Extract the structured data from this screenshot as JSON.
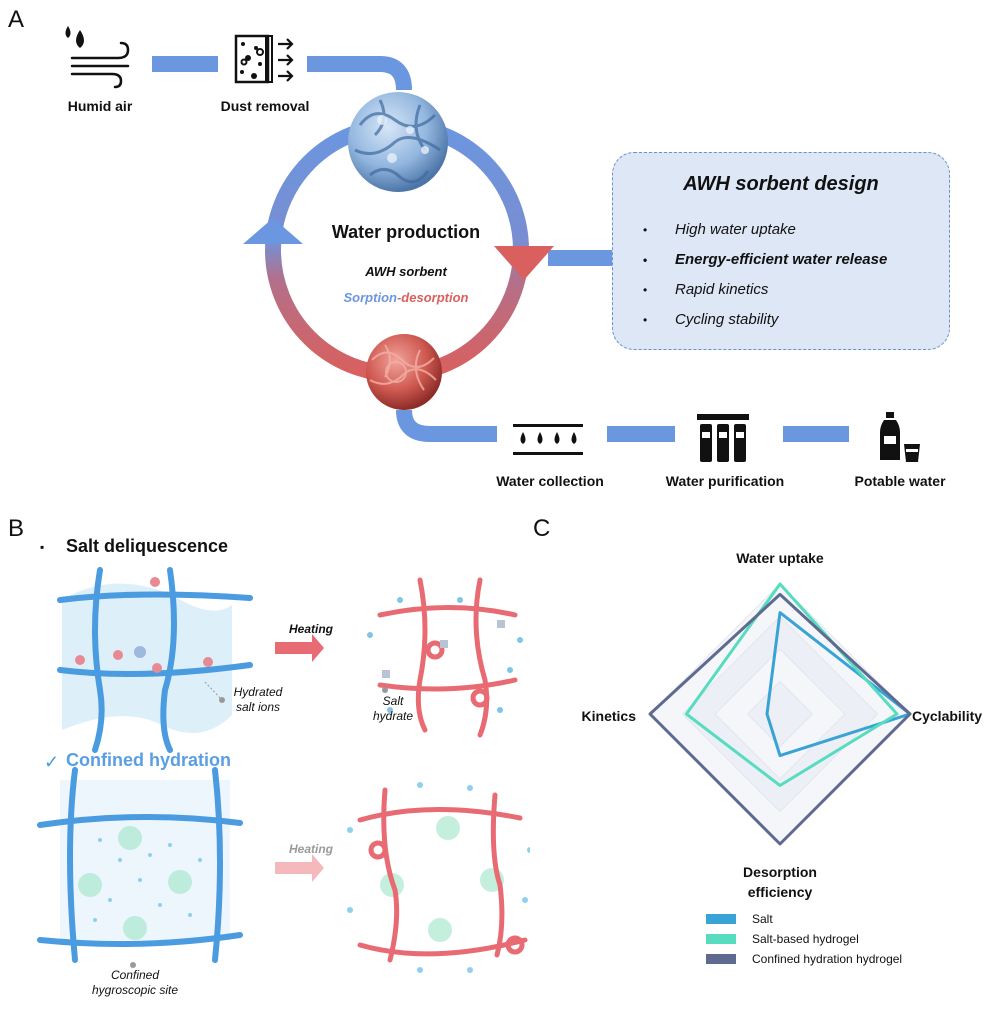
{
  "panels": {
    "a": "A",
    "b": "B",
    "c": "C"
  },
  "panel_a": {
    "humid_air": "Humid air",
    "dust_removal": "Dust removal",
    "cycle_title": "Water production",
    "cycle_sub": "AWH sorbent",
    "sorption": "Sorption",
    "dash": "-",
    "desorption": "desorption",
    "water_collection": "Water collection",
    "water_purification": "Water purification",
    "potable_water": "Potable water",
    "design": {
      "title": "AWH sorbent design",
      "items": [
        "High water uptake",
        "Energy-efficient water release",
        "Rapid kinetics",
        "Cycling stability"
      ]
    }
  },
  "panel_b": {
    "salt_title": "Salt deliquescence",
    "salt_bullet": "▪",
    "heating_1": "Heating",
    "hydrated_ions_1": "Hydrated",
    "hydrated_ions_2": "salt ions",
    "salt_hydrate_1": "Salt",
    "salt_hydrate_2": "hydrate",
    "confined_check": "✓",
    "confined_title": "Confined hydration",
    "heating_2": "Heating",
    "confined_site_1": "Confined",
    "confined_site_2": "hygroscopic site"
  },
  "colors": {
    "blue": "#6b96e0",
    "red": "#d9605e",
    "fiber_blue": "#4a9be0",
    "fiber_red": "#e86a72"
  },
  "chart_data": {
    "type": "radar",
    "axes": [
      "Water uptake",
      "Cyclability",
      "Desorption efficiency",
      "Kinetics"
    ],
    "axis_labels": {
      "top": "Water uptake",
      "right": "Cyclability",
      "bottom_1": "Desorption",
      "bottom_2": "efficiency",
      "left": "Kinetics"
    },
    "max": 1,
    "series": [
      {
        "name": "Salt",
        "color": "#3aa3d6",
        "values": [
          0.78,
          1.0,
          0.32,
          0.1
        ]
      },
      {
        "name": "Salt-based hydrogel",
        "color": "#57dcc0",
        "values": [
          1.0,
          0.9,
          0.55,
          0.72
        ]
      },
      {
        "name": "Confined hydration hydrogel",
        "color": "#5f6a90",
        "values": [
          0.92,
          1.0,
          1.0,
          1.0
        ]
      }
    ]
  }
}
